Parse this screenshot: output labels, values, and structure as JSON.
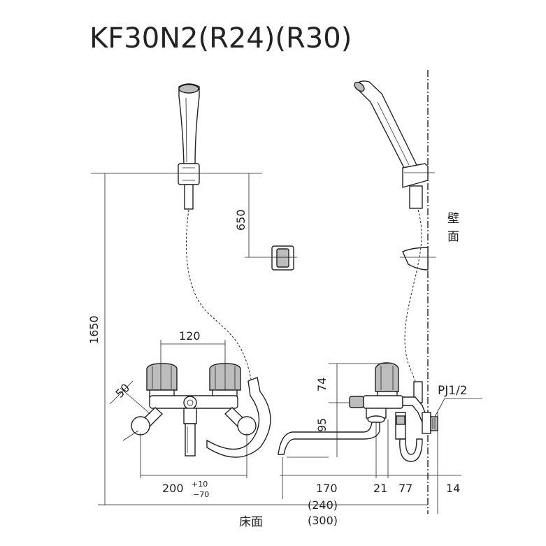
{
  "title": "KF30N2(R24)(R30)",
  "labels": {
    "wall": "壁面",
    "floor": "床面",
    "pipe_thread": "PJ1/2"
  },
  "dimensions": {
    "total_height": "1650",
    "hook_spacing": "650",
    "handle_pitch": "120",
    "angle_50": "50",
    "body_width": "200",
    "tol_plus": "+10",
    "tol_minus": "−70",
    "height_74": "74",
    "height_95": "95",
    "spout_170": "170",
    "spout_240": "(240)",
    "spout_300": "(300)",
    "depth_21": "21",
    "depth_77": "77",
    "depth_14": "14"
  }
}
